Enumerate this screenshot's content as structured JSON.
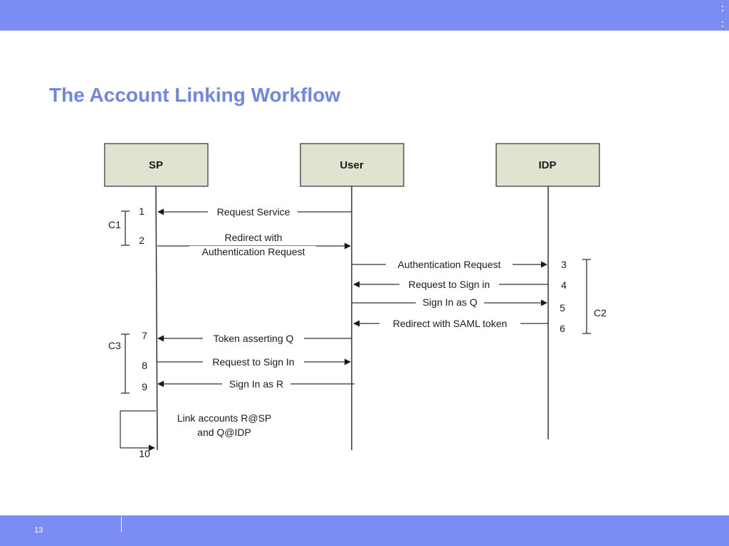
{
  "slide": {
    "title": "The Account Linking Workflow",
    "page_number": "13"
  },
  "diagram": {
    "actors": [
      "SP",
      "User",
      "IDP"
    ],
    "step_numbers": [
      "1",
      "2",
      "3",
      "4",
      "5",
      "6",
      "7",
      "8",
      "9",
      "10"
    ],
    "messages": {
      "request_service": "Request Service",
      "redirect_line1": "Redirect with",
      "redirect_line2": "Authentication Request",
      "authentication_request": "Authentication Request",
      "request_to_sign_in_lower": "Request to Sign in",
      "sign_in_as_q": "Sign In as Q",
      "redirect_with_saml": "Redirect with SAML token",
      "token_asserting_q": "Token asserting Q",
      "request_to_sign_in": "Request to Sign In",
      "sign_in_as_r": "Sign In as R"
    },
    "note": {
      "line1": "Link accounts R@SP",
      "line2": "and Q@IDP"
    },
    "groups": [
      "C1",
      "C2",
      "C3"
    ]
  },
  "colors": {
    "bar": "#7b8cf4",
    "title": "#6f86e8",
    "actor_fill": "#dfe3cf",
    "line": "#333333"
  }
}
